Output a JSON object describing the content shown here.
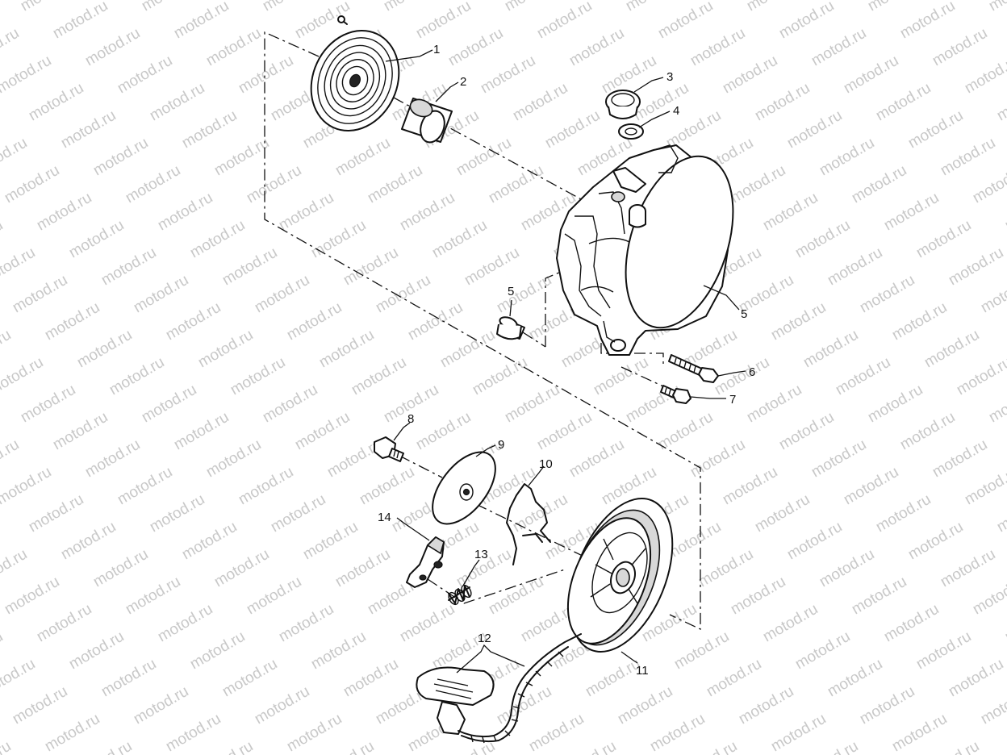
{
  "watermark": "motod.ru",
  "callouts": {
    "p1": "1",
    "p2": "2",
    "p3": "3",
    "p4": "4",
    "p5a": "5",
    "p5b": "5",
    "p6": "6",
    "p7": "7",
    "p8": "8",
    "p9": "9",
    "p10": "10",
    "p11": "11",
    "p12": "12",
    "p13": "13",
    "p14": "14"
  }
}
